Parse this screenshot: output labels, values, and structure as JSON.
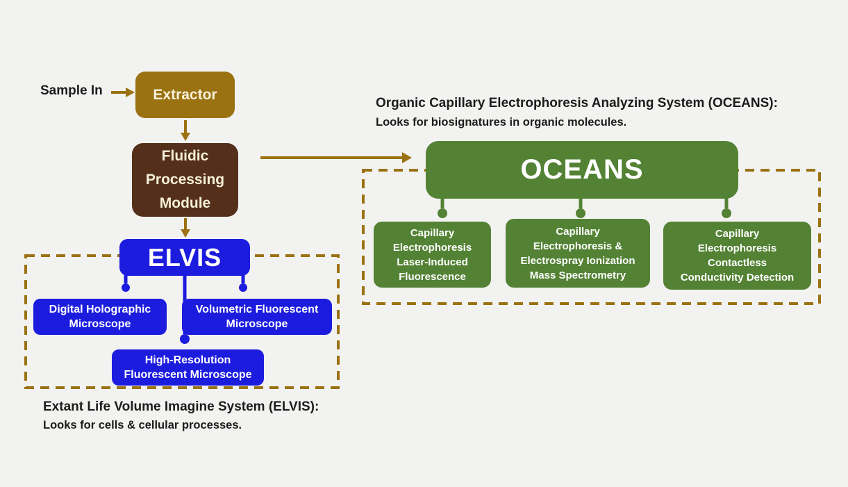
{
  "colors": {
    "background": "#f2f2f0",
    "gold": "#9b7212",
    "brown": "#54301a",
    "blue": "#1c1cdf",
    "green": "#538234",
    "cream_text": "#f7f0da",
    "white_text": "#ffffff",
    "black_text": "#1c1c1c"
  },
  "flow": {
    "sample_in_label": "Sample In",
    "extractor_label": "Extractor",
    "fluidic_module_lines": [
      "Fluidic",
      "Processing",
      "Module"
    ]
  },
  "elvis": {
    "title": "ELVIS",
    "caption_title": "Extant Life Volume Imagine System (ELVIS):",
    "caption_subtitle": "Looks for cells & cellular processes.",
    "modules": [
      {
        "lines": [
          "Digital Holographic",
          "Microscope"
        ]
      },
      {
        "lines": [
          "Volumetric Fluorescent",
          "Microscope"
        ]
      },
      {
        "lines": [
          "High-Resolution",
          "Fluorescent Microscope"
        ]
      }
    ]
  },
  "oceans": {
    "title": "OCEANS",
    "header_title": "Organic Capillary Electrophoresis Analyzing System (OCEANS):",
    "header_subtitle": "Looks for biosignatures in organic molecules.",
    "modules": [
      {
        "lines": [
          "Capillary",
          "Electrophoresis",
          "Laser-Induced",
          "Fluorescence"
        ]
      },
      {
        "lines": [
          "Capillary",
          "Electrophoresis &",
          "Electrospray Ionization",
          "Mass Spectrometry"
        ]
      },
      {
        "lines": [
          "Capillary",
          "Electrophoresis",
          "Contactless",
          "Conductivity Detection"
        ]
      }
    ]
  }
}
